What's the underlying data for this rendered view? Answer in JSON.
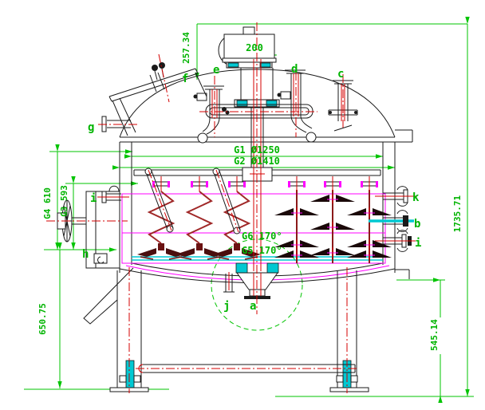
{
  "drawing": {
    "dims": {
      "top_offset": "257.34",
      "motor_base": "200",
      "g1": "G1 Ø1250",
      "g2": "G2 Ø1410",
      "g4": "G4 610",
      "g3": "G3 593",
      "g6": "G6 170°",
      "g5": "G5 170°",
      "overall_height": "1735.71",
      "lower_left_height": "650.75",
      "leg_height": "545.14"
    },
    "marks": {
      "a": "a",
      "b": "b",
      "c": "c",
      "d": "d",
      "e": "e",
      "f": "f",
      "g": "g",
      "h": "h",
      "i": "i",
      "j": "j",
      "k": "k"
    },
    "colors": {
      "dimension_green": "#00c400",
      "centerline_red": "#d40000",
      "outline_black": "#1a1a1a",
      "level_magenta": "#ff00ff",
      "jacket_cyan": "#00c8d2"
    }
  }
}
